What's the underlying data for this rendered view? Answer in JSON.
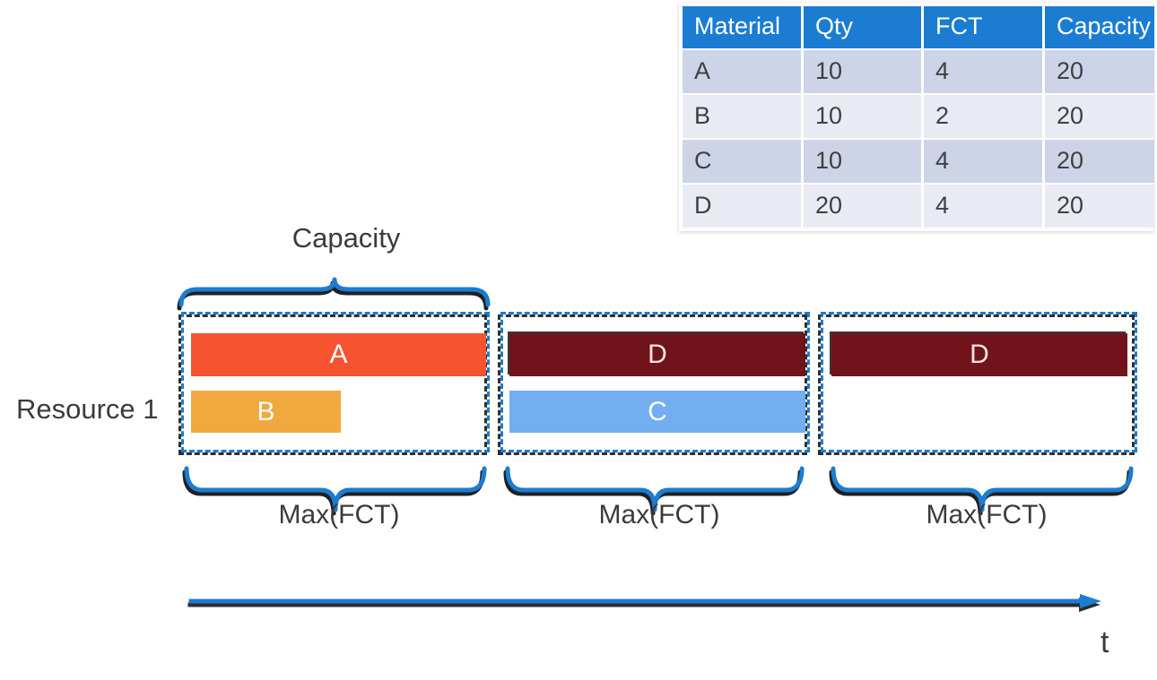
{
  "colors": {
    "blue": "#1b7cd2",
    "table_header_bg": "#1b7cd2",
    "row_shade_dark": "#cdd4e8",
    "row_shade_light": "#e9ebf4",
    "bar_a": "#f65330",
    "bar_b": "#f1a83f",
    "bar_c": "#73aef0",
    "bar_d": "#70131a",
    "text_dark": "#3b3b3b"
  },
  "table": {
    "headers": [
      "Material",
      "Qty",
      "FCT",
      "Capacity"
    ],
    "rows": [
      [
        "A",
        "10",
        "4",
        "20"
      ],
      [
        "B",
        "10",
        "2",
        "20"
      ],
      [
        "C",
        "10",
        "4",
        "20"
      ],
      [
        "D",
        "20",
        "4",
        "20"
      ]
    ]
  },
  "diagram": {
    "capacity_label": "Capacity",
    "resource_label": "Resource 1",
    "slots": [
      {
        "bars": [
          {
            "label": "A"
          },
          {
            "label": "B"
          }
        ],
        "max_label": "Max(FCT)"
      },
      {
        "bars": [
          {
            "label": "D"
          },
          {
            "label": "C"
          }
        ],
        "max_label": "Max(FCT)"
      },
      {
        "bars": [
          {
            "label": "D"
          }
        ],
        "max_label": "Max(FCT)"
      }
    ],
    "time_label": "t"
  }
}
